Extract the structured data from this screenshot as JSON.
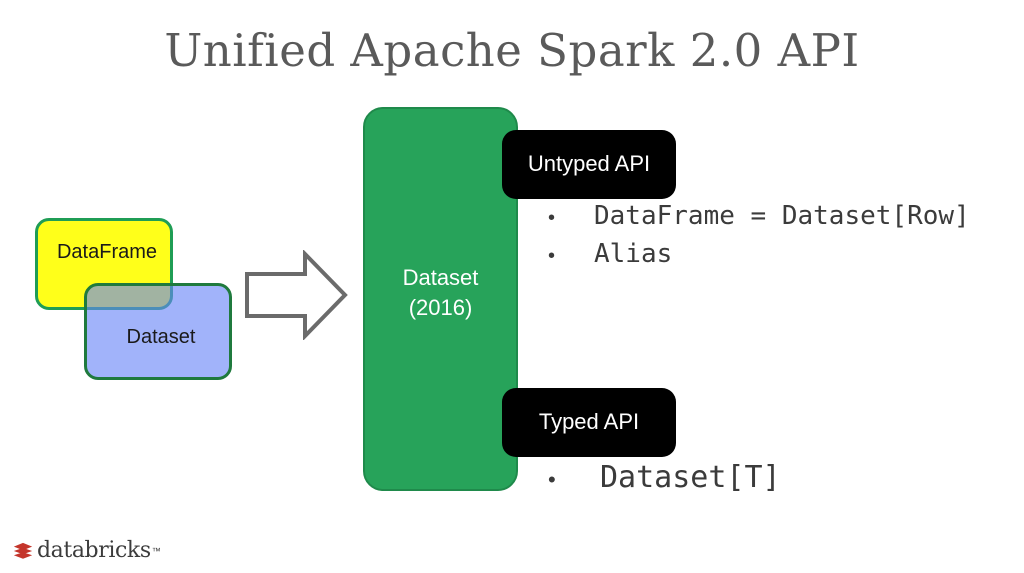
{
  "slide": {
    "title": "Unified Apache Spark 2.0 API",
    "background_color": "#ffffff",
    "title_color": "#5a5a5a"
  },
  "left_diagram": {
    "dataframe_box": {
      "label": "DataFrame",
      "fill_color": "#ffff1a",
      "border_color": "#1f9d55"
    },
    "dataset_box": {
      "label": "Dataset",
      "fill_color": "#6885f7",
      "border_color": "#1f7a3d"
    },
    "arrow": {
      "icon": "arrow-right-icon",
      "stroke_color": "#6b6b6b"
    }
  },
  "center_panel": {
    "line1": "Dataset",
    "line2": "(2016)",
    "fill_color": "#27a35a",
    "text_color": "#ffffff"
  },
  "untyped": {
    "pill_label": "Untyped API",
    "pill_color": "#000000",
    "pill_text_color": "#ffffff",
    "bullets": [
      {
        "marker": "•",
        "text": "DataFrame = Dataset[Row]"
      },
      {
        "marker": "•",
        "text": "Alias"
      }
    ]
  },
  "typed": {
    "pill_label": "Typed API",
    "pill_color": "#000000",
    "pill_text_color": "#ffffff",
    "bullets": [
      {
        "marker": "•",
        "text": "Dataset[T]"
      }
    ]
  },
  "footer": {
    "logo_icon": "databricks-stacked-layers-icon",
    "logo_text": "databricks",
    "logo_trademark": "™",
    "logo_mark_color": "#c4352b",
    "logo_text_color": "#3c3c3c"
  }
}
